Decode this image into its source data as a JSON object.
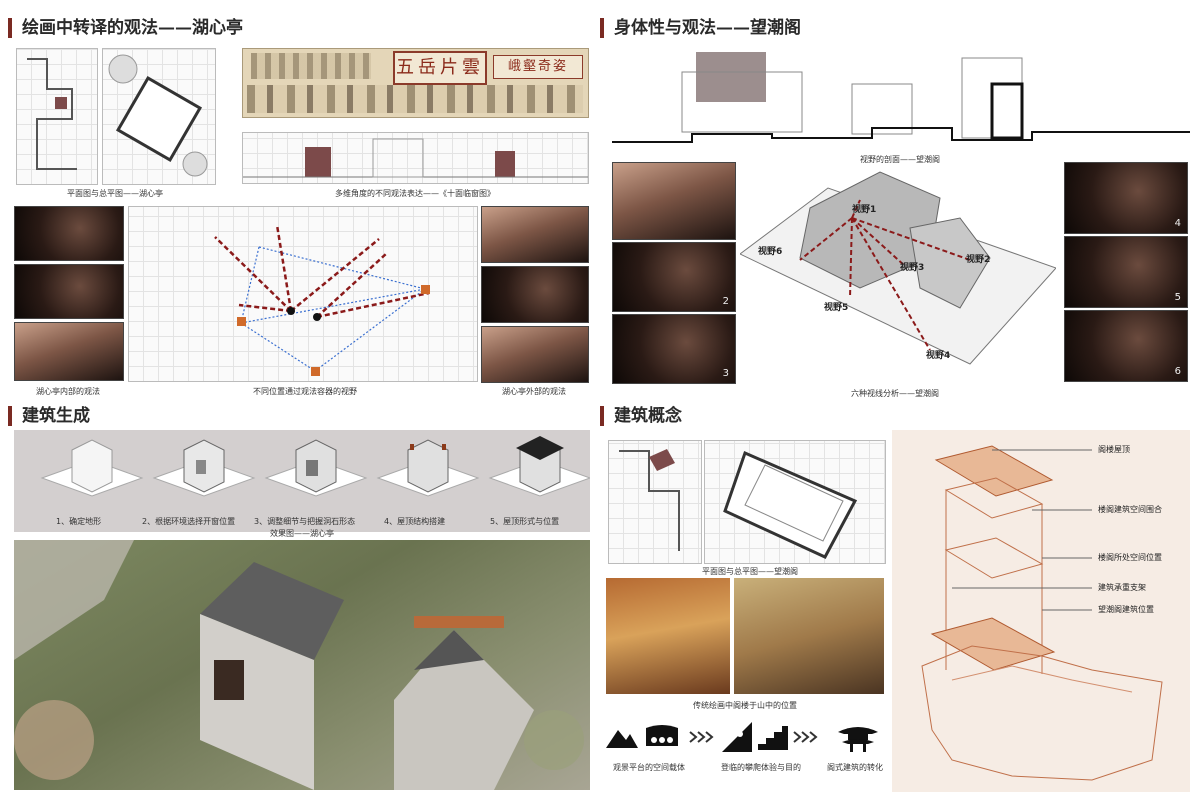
{
  "sections": {
    "s1_title": "绘画中转译的观法——湖心亭",
    "s2_title": "身体性与观法——望潮阁",
    "s3_title": "建筑生成",
    "s4_title": "建筑概念"
  },
  "s1": {
    "cap_plan": "平面图与总平图——湖心亭",
    "cap_multi": "多维角度的不同观法表达——《十面临窗图》",
    "cap_inner": "湖心亭内部的观法",
    "cap_container": "不同位置通过观法容器的视野",
    "cap_outer": "湖心亭外部的观法",
    "scroll_text_1": "五岳片雲",
    "scroll_text_2": "峨壑奇姿"
  },
  "s2": {
    "cap_section": "视野的剖面——望潮阁",
    "cap_analysis": "六种视线分析——望潮阁",
    "views": [
      "视野1",
      "视野2",
      "视野3",
      "视野4",
      "视野5",
      "视野6"
    ],
    "photo_nums": [
      "2",
      "3",
      "4",
      "5",
      "6"
    ]
  },
  "s3": {
    "steps": [
      "1、确定地形",
      "2、根据环境选择开窗位置",
      "3、调整细节与把握洞石形态",
      "4、屋顶结构搭建",
      "5、屋顶形式与位置"
    ],
    "cap_render": "效果图——湖心亭"
  },
  "s4": {
    "cap_plan": "平面图与总平图——望潮阁",
    "cap_paintings": "传统绘画中阁楼于山中的位置",
    "icon_caps": [
      "观景平台的空间载体",
      "登临的攀爬体验与目的",
      "阁式建筑的转化"
    ],
    "annotations": [
      "阁楼屋顶",
      "楼阁建筑空间围合",
      "楼阁所处空间位置",
      "建筑承重支架",
      "望潮阁建筑位置"
    ]
  },
  "colors": {
    "accent": "#7a2a22",
    "view_line_red": "#8b1a1a",
    "view_line_blue": "#3a6fd0",
    "orange_marker": "#d06a2a",
    "concept_bg": "#f6ece4",
    "concept_line": "#c0704a"
  }
}
